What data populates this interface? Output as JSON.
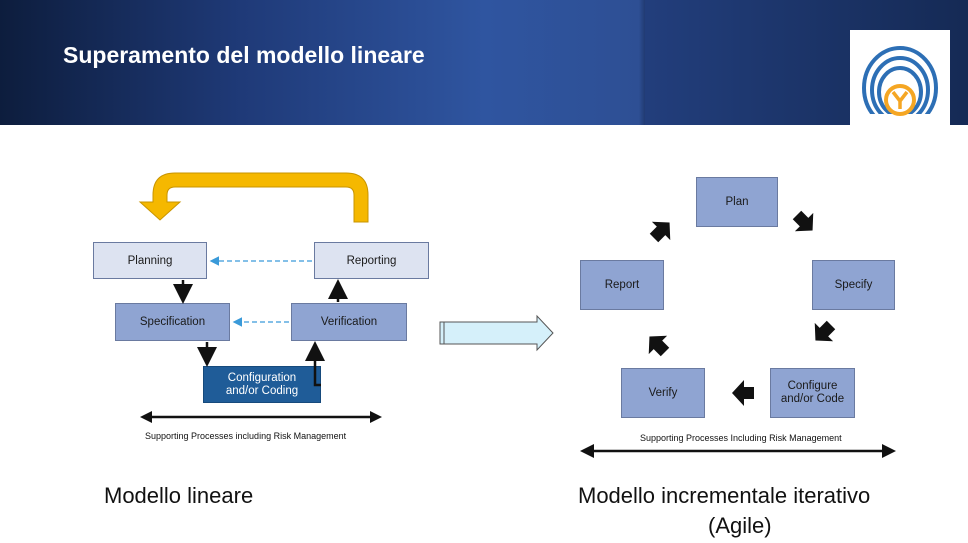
{
  "slide": {
    "title": "Superamento del modello lineare"
  },
  "linear": {
    "boxes": {
      "planning": "Planning",
      "reporting": "Reporting",
      "specification": "Specification",
      "verification": "Verification",
      "coding_line1": "Configuration",
      "coding_line2": "and/or Coding"
    },
    "support_label": "Supporting Processes including Risk Management",
    "caption": "Modello lineare"
  },
  "agile": {
    "boxes": {
      "plan": "Plan",
      "specify": "Specify",
      "configure_line1": "Configure",
      "configure_line2": "and/or Code",
      "verify": "Verify",
      "report": "Report"
    },
    "support_label": "Supporting Processes Including Risk Management",
    "caption_line1": "Modello incrementale iterativo",
    "caption_line2": "(Agile)"
  },
  "colors": {
    "accent_yellow": "#f5b800",
    "logo_blue": "#2d6fb5",
    "logo_orange": "#f5a623"
  },
  "icons": {
    "logo": "fingerprint-y-logo"
  }
}
